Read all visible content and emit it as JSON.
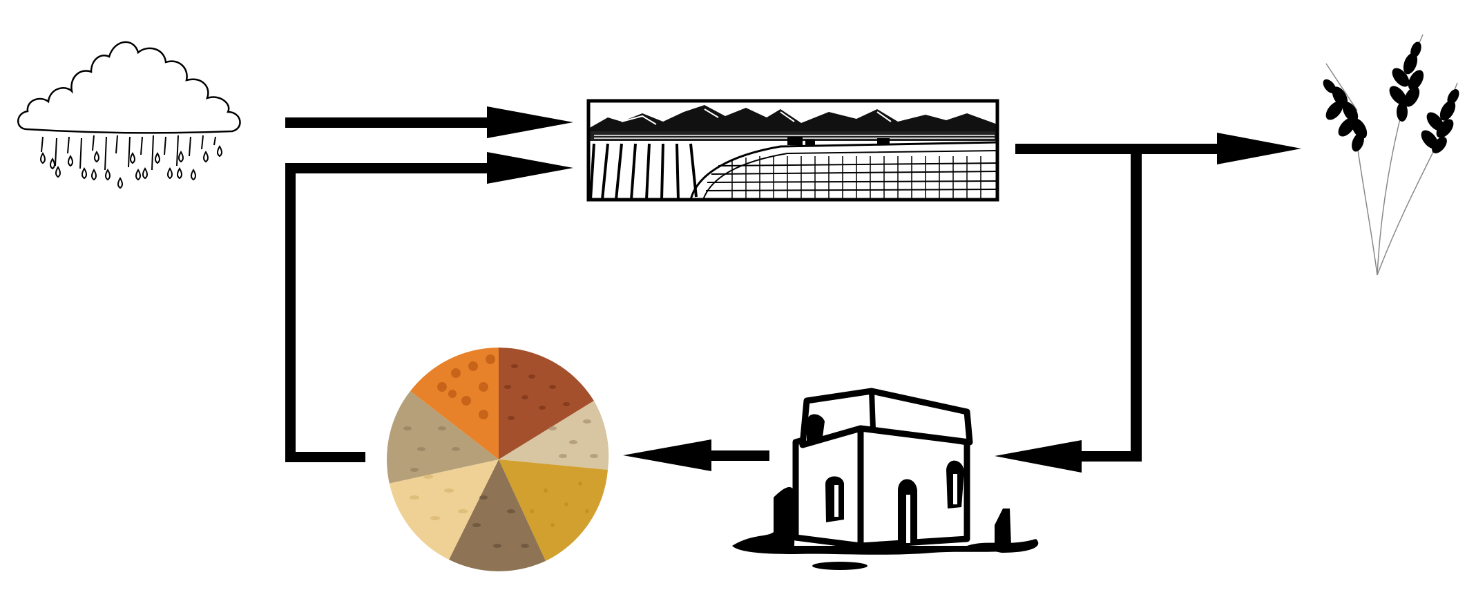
{
  "diagram": {
    "nodes": [
      {
        "id": "rain",
        "icon": "rain-cloud-icon"
      },
      {
        "id": "farmland",
        "icon": "farm-landscape-icon"
      },
      {
        "id": "wheat",
        "icon": "wheat-icon"
      },
      {
        "id": "storehouse",
        "icon": "storehouse-icon"
      },
      {
        "id": "grains",
        "icon": "grain-circle-icon"
      }
    ],
    "edges": [
      {
        "from": "rain",
        "to": "farmland"
      },
      {
        "from": "grains",
        "to": "farmland"
      },
      {
        "from": "farmland",
        "to": "wheat"
      },
      {
        "from": "farmland",
        "to": "storehouse"
      },
      {
        "from": "storehouse",
        "to": "grains"
      }
    ],
    "colors": {
      "arrow": "#000000",
      "background": "#ffffff",
      "grain_segments": [
        "#e8822a",
        "#a4502c",
        "#d8c5a2",
        "#d2a02e",
        "#8e7454",
        "#efd196",
        "#b6a07a"
      ]
    }
  }
}
